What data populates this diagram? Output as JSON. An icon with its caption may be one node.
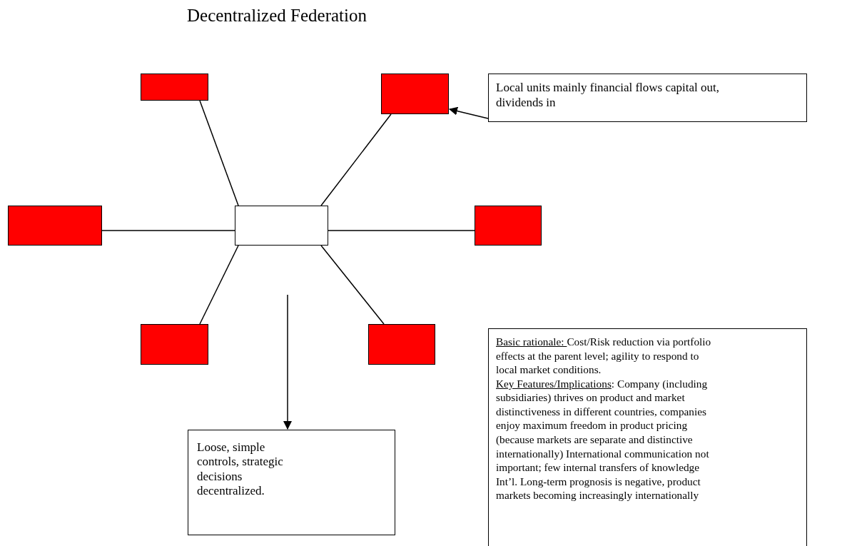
{
  "diagram": {
    "title": "Decentralized Federation",
    "nodes": [
      {
        "text": [],
        "shape": "box"
      },
      {
        "text": [],
        "shape": "box"
      },
      {
        "text": [],
        "shape": "box"
      },
      {
        "text": [],
        "shape": "box"
      },
      {
        "text": [],
        "shape": "box"
      },
      {
        "text": [],
        "shape": "box"
      },
      {
        "text": [],
        "shape": "box"
      },
      {
        "text": [
          "Local units mainly financial flows capital out, dividends in"
        ]
      },
      {
        "text": [
          "Loose, simple controls, strategic decisions decentralized."
        ]
      },
      {
        "text": [
          "Basic rationale: ",
          "Cost/Risk reduction via portfolio effects at the parent level; agility to respond to local market conditions.",
          "Key Features/Implications",
          ": Company (including subsidiaries) thrives on product and market distinctiveness in different countries, companies enjoy maximum freedom in product pricing  (because markets are separate and distinctive internationally) International communication not important; few internal transfers of knowledge Int’l. Long-term prognosis is negative, product markets becoming increasingly internationally"
        ]
      }
    ],
    "edges": [
      {
        "from": 0,
        "to": 1,
        "arrow": "none"
      },
      {
        "from": 0,
        "to": 2,
        "arrow": "none"
      },
      {
        "from": 0,
        "to": 3,
        "arrow": "none"
      },
      {
        "from": 0,
        "to": 4,
        "arrow": "none"
      },
      {
        "from": 0,
        "to": 5,
        "arrow": "none"
      },
      {
        "from": 0,
        "to": 6,
        "arrow": "none"
      },
      {
        "from": 7,
        "to": 2,
        "arrow": "to"
      },
      {
        "from": null,
        "to": 8,
        "arrow": "to"
      }
    ]
  }
}
